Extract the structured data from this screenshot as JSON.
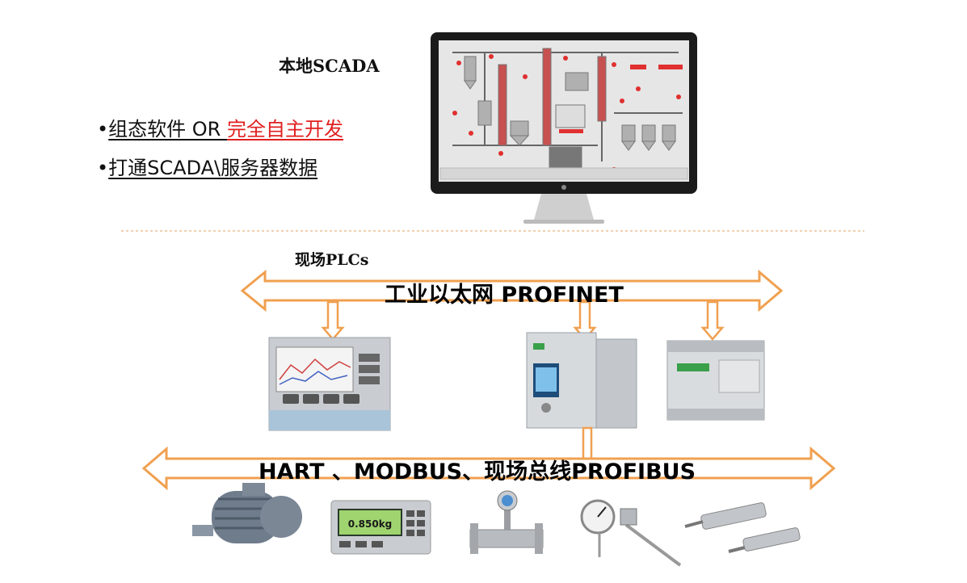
{
  "colors": {
    "arrow": "#f0a050",
    "red": "#e02020",
    "dark": "#111111"
  },
  "scada": {
    "title": "本地SCADA",
    "bullets": [
      {
        "prefix": "•",
        "text": "组态软件 OR ",
        "highlight": "完全自主开发"
      },
      {
        "prefix": "•",
        "text": "打通SCADA\\服务器数据"
      }
    ]
  },
  "plc_section": {
    "title": "现场PLCs"
  },
  "buses": {
    "ethernet": "工业以太网 PROFINET",
    "fieldbus": "HART 、MODBUS、现场总线PROFIBUS"
  },
  "devices": {
    "hmi_icon": "hmi-panel-icon",
    "cpu_icon": "plc-cpu-icon",
    "compact_icon": "compact-plc-icon",
    "field_icons": [
      "motor-icon",
      "weighing-terminal-icon",
      "flowmeter-icon",
      "thermometer-icon",
      "pneumatic-cylinder-icon"
    ],
    "scale_reading": "0.850kg"
  }
}
